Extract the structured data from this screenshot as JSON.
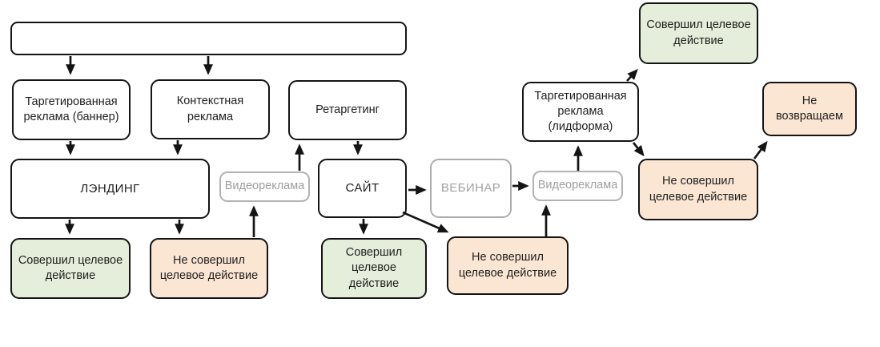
{
  "diagram": {
    "type": "flowchart",
    "background": "#ffffff",
    "colors": {
      "node_border": "#141414",
      "node_bg": "#ffffff",
      "success_fill": "#e4eeda",
      "fail_fill": "#fbe5d3",
      "inactive_border": "#acacac",
      "inactive_text": "#a2a2a2",
      "arrow": "#141414"
    },
    "nodes": {
      "source_bar": {
        "label": ""
      },
      "targeted_banner": {
        "label": "Таргетированная\nреклама (баннер)"
      },
      "contextual": {
        "label": "Контекстная\nреклама"
      },
      "retargeting": {
        "label": "Ретаргетинг"
      },
      "landing": {
        "label": "ЛЭНДИНГ"
      },
      "video_ad_1": {
        "label": "Видеореклама"
      },
      "site": {
        "label": "САЙТ"
      },
      "webinar": {
        "label": "ВЕБИНАР"
      },
      "video_ad_2": {
        "label": "Видеореклама"
      },
      "targeted_leadform": {
        "label": "Таргетированная\nреклама\n(лидформа)"
      },
      "landing_converted": {
        "label": "Совершил целевое\nдействие"
      },
      "landing_not_converted": {
        "label": "Не совершил\nцелевое действие"
      },
      "site_converted": {
        "label": "Совершил\nцелевое\nдействие"
      },
      "site_not_converted": {
        "label": "Не совершил\nцелевое действие"
      },
      "leadform_converted": {
        "label": "Совершил целевое\nдействие"
      },
      "leadform_not_converted": {
        "label": "Не совершил\nцелевое действие"
      },
      "no_return": {
        "label": "Не\nвозвращаем"
      }
    },
    "edges": [
      {
        "from": "source_bar",
        "to": "targeted_banner"
      },
      {
        "from": "source_bar",
        "to": "contextual"
      },
      {
        "from": "targeted_banner",
        "to": "landing"
      },
      {
        "from": "contextual",
        "to": "landing"
      },
      {
        "from": "landing",
        "to": "landing_converted"
      },
      {
        "from": "landing",
        "to": "landing_not_converted"
      },
      {
        "from": "landing_not_converted",
        "to": "video_ad_1"
      },
      {
        "from": "video_ad_1",
        "to": "retargeting"
      },
      {
        "from": "retargeting",
        "to": "site"
      },
      {
        "from": "site",
        "to": "webinar"
      },
      {
        "from": "site",
        "to": "site_converted"
      },
      {
        "from": "site",
        "to": "site_not_converted"
      },
      {
        "from": "webinar",
        "to": "video_ad_2"
      },
      {
        "from": "site_not_converted",
        "to": "video_ad_2"
      },
      {
        "from": "video_ad_2",
        "to": "targeted_leadform"
      },
      {
        "from": "targeted_leadform",
        "to": "leadform_converted"
      },
      {
        "from": "targeted_leadform",
        "to": "leadform_not_converted"
      },
      {
        "from": "leadform_not_converted",
        "to": "no_return"
      }
    ]
  }
}
